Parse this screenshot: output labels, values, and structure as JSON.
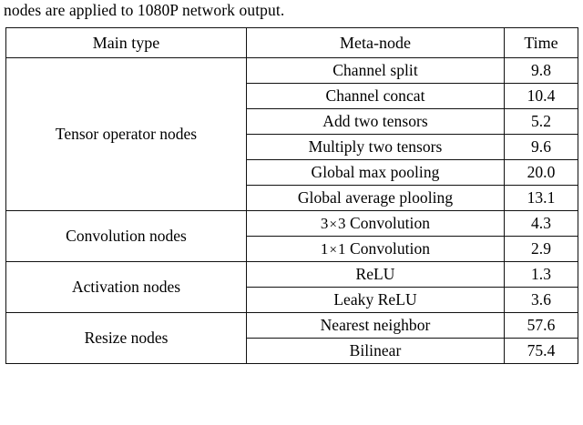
{
  "caption": {
    "text": "nodes are applied to 1080P network output."
  },
  "table": {
    "columns": [
      "Main type",
      "Meta-node",
      "Time"
    ],
    "groups": [
      {
        "main_type": "Tensor operator nodes",
        "rows": [
          {
            "meta_node": "Channel split",
            "time": "9.8"
          },
          {
            "meta_node": "Channel concat",
            "time": "10.4"
          },
          {
            "meta_node": "Add two tensors",
            "time": "5.2"
          },
          {
            "meta_node": "Multiply two tensors",
            "time": "9.6"
          },
          {
            "meta_node": "Global max pooling",
            "time": "20.0"
          },
          {
            "meta_node": "Global average plooling",
            "time": "13.1"
          }
        ]
      },
      {
        "main_type": "Convolution nodes",
        "rows": [
          {
            "meta_node": "3 × 3 Convolution",
            "meta_a": "3",
            "meta_op": "×",
            "meta_b": "3",
            "meta_tail": "Convolution",
            "time": "4.3"
          },
          {
            "meta_node": "1 × 1 Convolution",
            "meta_a": "1",
            "meta_op": "×",
            "meta_b": "1",
            "meta_tail": "Convolution",
            "time": "2.9"
          }
        ]
      },
      {
        "main_type": "Activation nodes",
        "rows": [
          {
            "meta_node": "ReLU",
            "time": "1.3"
          },
          {
            "meta_node": "Leaky ReLU",
            "time": "3.6"
          }
        ]
      },
      {
        "main_type": "Resize nodes",
        "rows": [
          {
            "meta_node": "Nearest neighbor",
            "time": "57.6"
          },
          {
            "meta_node": "Bilinear",
            "time": "75.4"
          }
        ]
      }
    ]
  }
}
